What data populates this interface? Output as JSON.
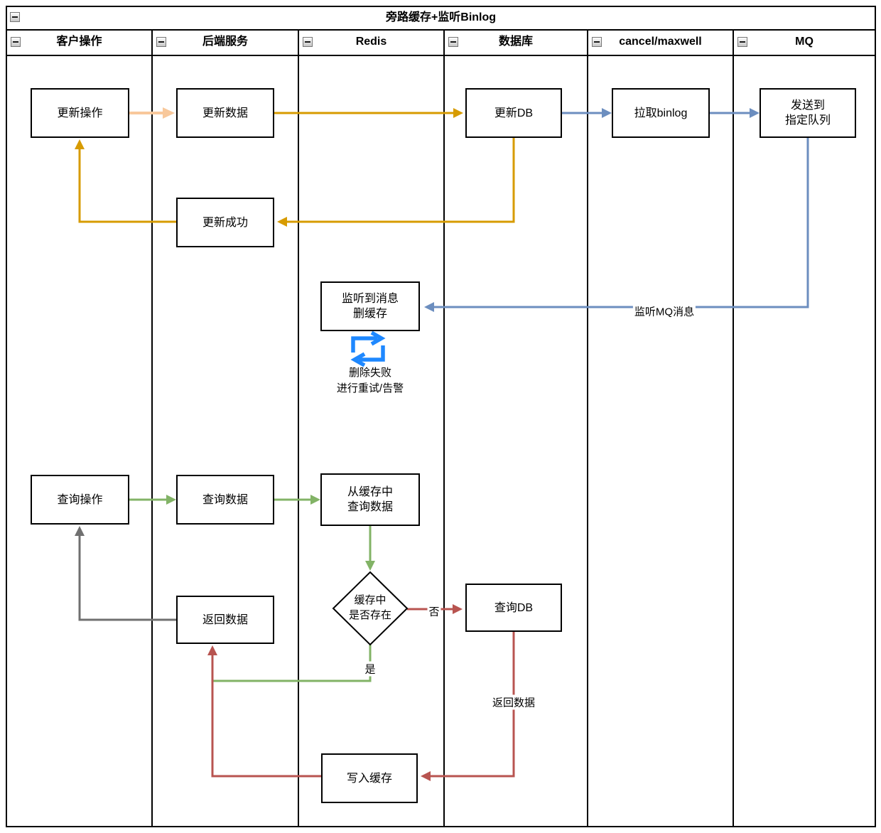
{
  "title": "旁路缓存+监听Binlog",
  "lanes": [
    {
      "label": "客户操作"
    },
    {
      "label": "后端服务"
    },
    {
      "label": "Redis"
    },
    {
      "label": "数据库"
    },
    {
      "label": "cancel/maxwell"
    },
    {
      "label": "MQ"
    }
  ],
  "nodes": {
    "update_op": {
      "label": "更新操作"
    },
    "update_data": {
      "label": "更新数据"
    },
    "update_db": {
      "label": "更新DB"
    },
    "pull_binlog": {
      "label": "拉取binlog"
    },
    "send_to_queue": {
      "label": "发送到\n指定队列"
    },
    "update_success": {
      "label": "更新成功"
    },
    "listen_del_cache": {
      "label": "监听到消息\n删缓存"
    },
    "query_op": {
      "label": "查询操作"
    },
    "query_data": {
      "label": "查询数据"
    },
    "query_from_cache": {
      "label": "从缓存中\n查询数据"
    },
    "cache_exists": {
      "label": "缓存中\n是否存在"
    },
    "query_db": {
      "label": "查询DB"
    },
    "return_data": {
      "label": "返回数据"
    },
    "write_cache": {
      "label": "写入缓存"
    }
  },
  "notes": {
    "retry": "删除失败\n进行重试/告警"
  },
  "edge_labels": {
    "listen_mq": "监听MQ消息",
    "no": "否",
    "yes": "是",
    "return_data": "返回数据"
  },
  "colors": {
    "peach": "#F8C89B",
    "gold": "#D79B00",
    "blue": "#6C8EBF",
    "green": "#82B366",
    "red": "#B85450",
    "gray": "#707070",
    "loop_blue": "#1E88FF"
  }
}
